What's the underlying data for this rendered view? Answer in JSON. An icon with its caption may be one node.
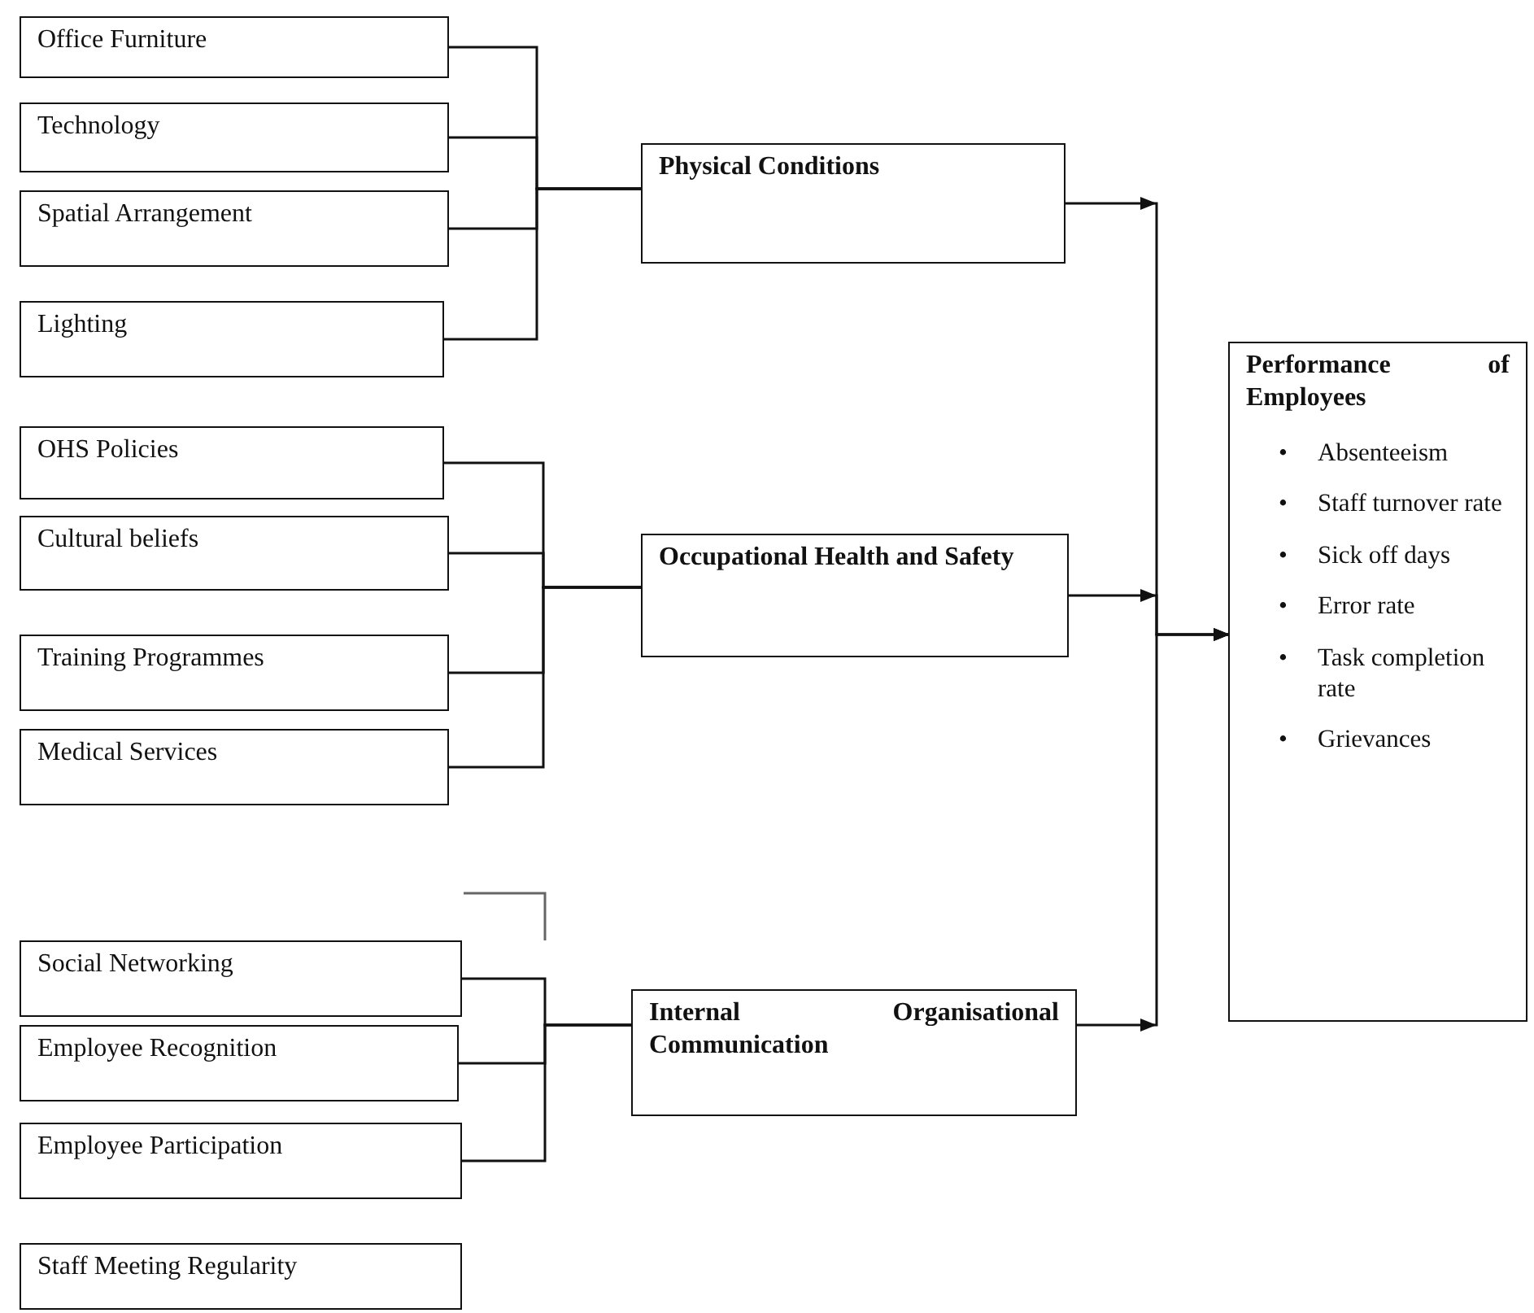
{
  "diagram": {
    "nodes": [
      {
        "text": [
          "Office Furniture"
        ]
      },
      {
        "text": [
          "Technology"
        ]
      },
      {
        "text": [
          "Spatial Arrangement"
        ]
      },
      {
        "text": [
          "Lighting"
        ]
      },
      {
        "text": [
          "Physical Conditions"
        ]
      },
      {
        "text": [
          "OHS Policies"
        ]
      },
      {
        "text": [
          "Cultural beliefs"
        ]
      },
      {
        "text": [
          "Training Programmes"
        ]
      },
      {
        "text": [
          "Medical Services"
        ]
      },
      {
        "text": [
          "Occupational Health and Safety"
        ]
      },
      {
        "text": [
          "Social Networking"
        ]
      },
      {
        "text": [
          "Employee Recognition"
        ]
      },
      {
        "text": [
          "Employee Participation"
        ]
      },
      {
        "text": [
          "Staff Meeting Regularity"
        ]
      },
      {
        "text": [
          "Internal Organisational Communication"
        ]
      },
      {
        "text": [
          "Performance of Employees",
          "• Absenteeism",
          "• Staff turnover rate",
          "• Sick off days",
          "• Error rate",
          "• Task completion rate",
          "• Grievances"
        ]
      }
    ],
    "edges": [
      {
        "from": 0,
        "to": 4,
        "arrow": "none"
      },
      {
        "from": 1,
        "to": 4,
        "arrow": "none"
      },
      {
        "from": 2,
        "to": 4,
        "arrow": "none"
      },
      {
        "from": 3,
        "to": 4,
        "arrow": "none"
      },
      {
        "from": 5,
        "to": 9,
        "arrow": "none"
      },
      {
        "from": 6,
        "to": 9,
        "arrow": "none"
      },
      {
        "from": 7,
        "to": 9,
        "arrow": "none"
      },
      {
        "from": 8,
        "to": 9,
        "arrow": "none"
      },
      {
        "from": 10,
        "to": 14,
        "arrow": "none"
      },
      {
        "from": 11,
        "to": 14,
        "arrow": "none"
      },
      {
        "from": 12,
        "to": 14,
        "arrow": "none"
      },
      {
        "from": 4,
        "to": 15,
        "arrow": "to"
      },
      {
        "from": 9,
        "to": 15,
        "arrow": "to"
      },
      {
        "from": 14,
        "to": 15,
        "arrow": "to"
      }
    ]
  }
}
